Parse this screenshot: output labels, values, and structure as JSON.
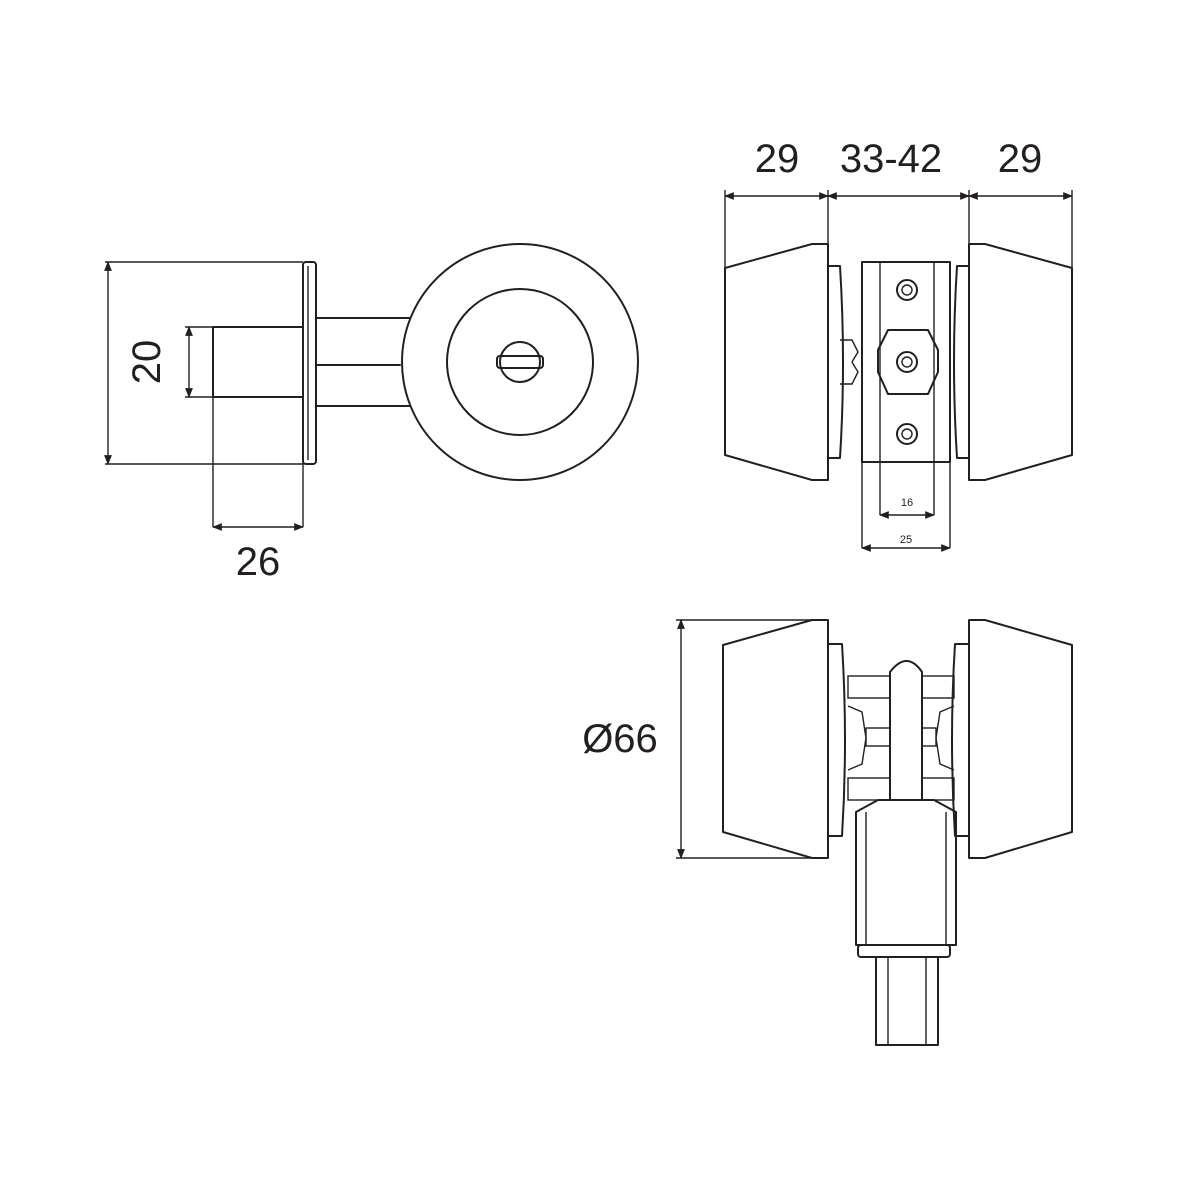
{
  "dimensions": {
    "side_height": "20",
    "tail_length": "26",
    "outer_width_left": "29",
    "door_thickness": "33-42",
    "outer_width_right": "29",
    "bolt_inner_width": "16",
    "bolt_outer_width": "25",
    "diameter": "Ø66"
  }
}
